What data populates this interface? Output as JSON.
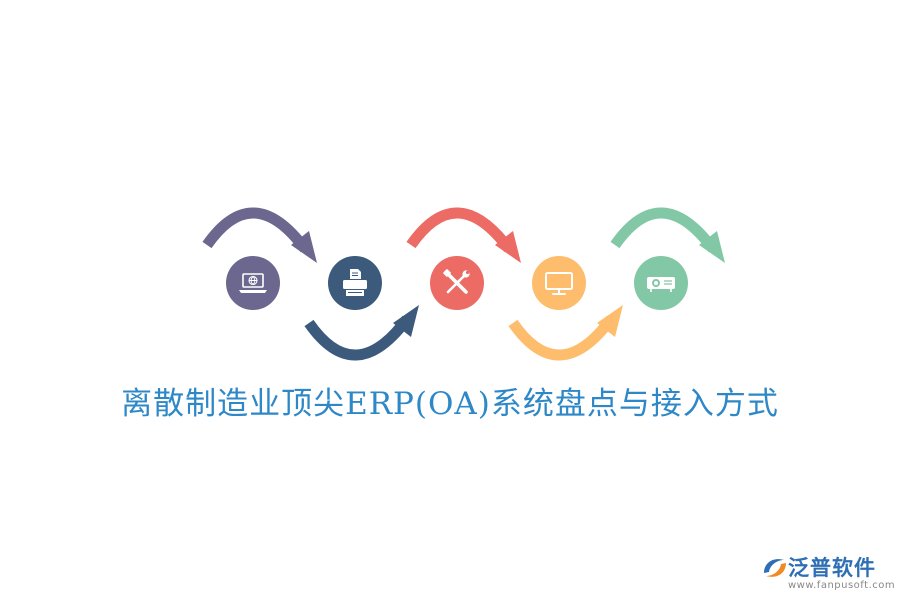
{
  "title": "离散制造业顶尖ERP(OA)系统盘点与接入方式",
  "colors": {
    "title": "#2e88c8",
    "brand": "#2e6fb4",
    "brand_url": "#888888",
    "icon_glyph": "#ffffff"
  },
  "steps": [
    {
      "icon": "laptop-globe-icon",
      "color": "#6b678e",
      "arrow_side": "top"
    },
    {
      "icon": "printer-icon",
      "color": "#3c5a7c",
      "arrow_side": "bottom"
    },
    {
      "icon": "tools-icon",
      "color": "#ec6b64",
      "arrow_side": "top"
    },
    {
      "icon": "monitor-icon",
      "color": "#fdbd6c",
      "arrow_side": "bottom"
    },
    {
      "icon": "projector-icon",
      "color": "#83c8a6",
      "arrow_side": "top"
    }
  ],
  "brand": {
    "logo_icon": "fanpu-logo-icon",
    "name": "泛普软件",
    "url": "www.fanpusoft.com"
  }
}
